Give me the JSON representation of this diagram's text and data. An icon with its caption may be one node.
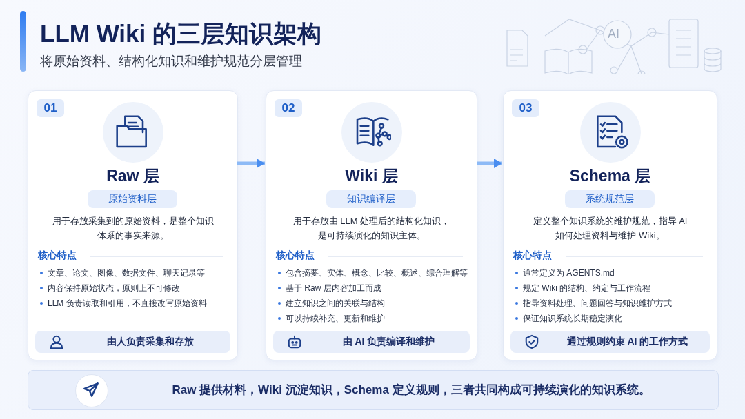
{
  "diagram": {
    "title": "LLM Wiki 的三层知识架构",
    "nodes": [
      {
        "text": [
          "Raw 层",
          "用于存放采集到的原始资料，是整个知识体系的事实来源。",
          "核心特点",
          "文章、论文、图像、数据文件、聊天记录等",
          "内容保持原始状态，原则上不可修改",
          "LLM 负责读取和引用，不直接改写原始资料"
        ]
      },
      {
        "text": [
          "01"
        ],
        "in": 0
      },
      {
        "text": [
          "原始资料层"
        ],
        "in": 0
      },
      {
        "text": [
          "由人负责采集和存放"
        ],
        "in": 0
      },
      {
        "text": [
          "Wiki 层",
          "用于存放由 LLM 处理后的结构化知识，是可持续演化的知识主体。",
          "核心特点",
          "包含摘要、实体、概念、比较、概述、综合理解等",
          "基于 Raw 层内容加工而成",
          "建立知识之间的关联与结构",
          "可以持续补充、更新和维护"
        ]
      },
      {
        "text": [
          "02"
        ],
        "in": 4
      },
      {
        "text": [
          "知识编译层"
        ],
        "in": 4
      },
      {
        "text": [
          "由 AI 负责编译和维护"
        ],
        "in": 4
      },
      {
        "text": [
          "Schema 层",
          "定义整个知识系统的维护规范，指导 AI 如何处理资料与维护 Wiki。",
          "核心特点",
          "通常定义为 AGENTS.md",
          "规定 Wiki 的结构、约定与工作流程",
          "指导资料处理、问题回答与知识维护方式",
          "保证知识系统长期稳定演化"
        ]
      },
      {
        "text": [
          "03"
        ],
        "in": 8
      },
      {
        "text": [
          "系统规范层"
        ],
        "in": 8
      },
      {
        "text": [
          "通过规则约束 AI 的工作方式"
        ],
        "in": 8
      },
      {
        "text": [
          "Raw 提供材料，Wiki 沉淀知识，Schema 定义规则，三者共同构成可持续演化的知识系统。"
        ]
      }
    ],
    "edges": [
      {
        "from": 0,
        "to": 4,
        "arrow": "to"
      },
      {
        "from": 4,
        "to": 8,
        "arrow": "to"
      }
    ],
    "labels": [
      "将原始资料、结构化知识和维护规范分层管理",
      "AI"
    ]
  }
}
